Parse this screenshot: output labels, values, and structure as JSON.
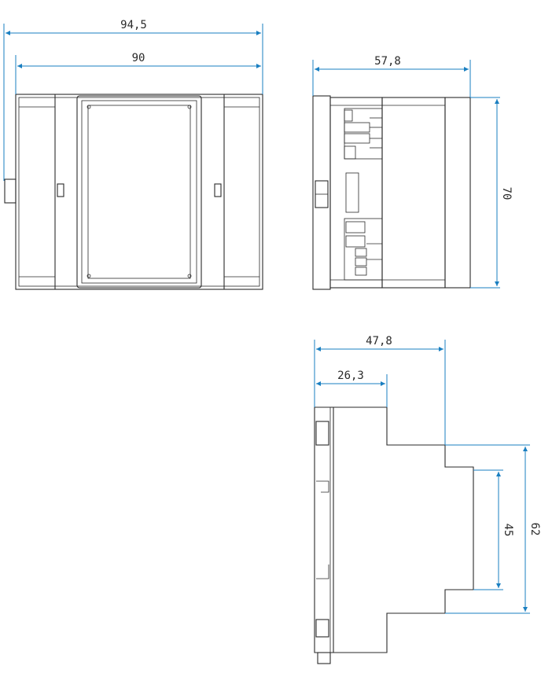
{
  "dimensions": {
    "front_total_width": "94,5",
    "front_body_width": "90",
    "side_depth": "57,8",
    "side_height": "70",
    "profile_depth": "47,8",
    "profile_step_depth": "26,3",
    "profile_inner_height": "45",
    "profile_outer_height": "62"
  },
  "colors": {
    "dimension_lines": "#1a7fc1",
    "outline": "#2a2a2a"
  }
}
